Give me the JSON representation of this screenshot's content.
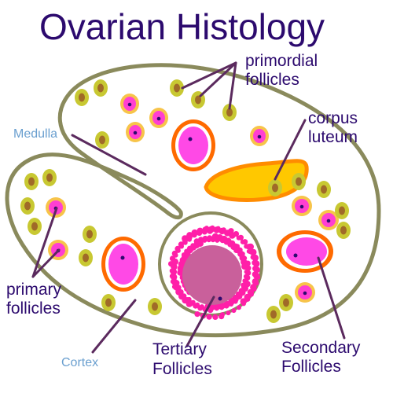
{
  "title": "Ovarian Histology",
  "labels": {
    "primordial_line1": "primordial",
    "primordial_line2": "follicles",
    "corpus_line1": "corpus",
    "corpus_line2": "luteum",
    "medulla": "Medulla",
    "primary_line1": "primary",
    "primary_line2": "follicles",
    "cortex": "Cortex",
    "tertiary_line1": "Tertiary",
    "tertiary_line2": "Follicles",
    "secondary_line1": "Secondary",
    "secondary_line2": "Follicles"
  },
  "colors": {
    "title": "#2c0a6e",
    "outline": "#8a8a5c",
    "leader": "#5b2a5e",
    "primordial_fill": "#c8c832",
    "primordial_nucleus": "#a06a28",
    "primary_ring": "#f7c44a",
    "primary_fill": "#ff3fd2",
    "secondary_ring": "#ff6a00",
    "secondary_fill": "#ff49e6",
    "corpus_fill": "#ffc800",
    "corpus_edge": "#ff8c00",
    "tertiary_cell": "#ff1fa8",
    "tertiary_antrum": "#c9609b",
    "medulla_label": "#6a9fcf"
  }
}
